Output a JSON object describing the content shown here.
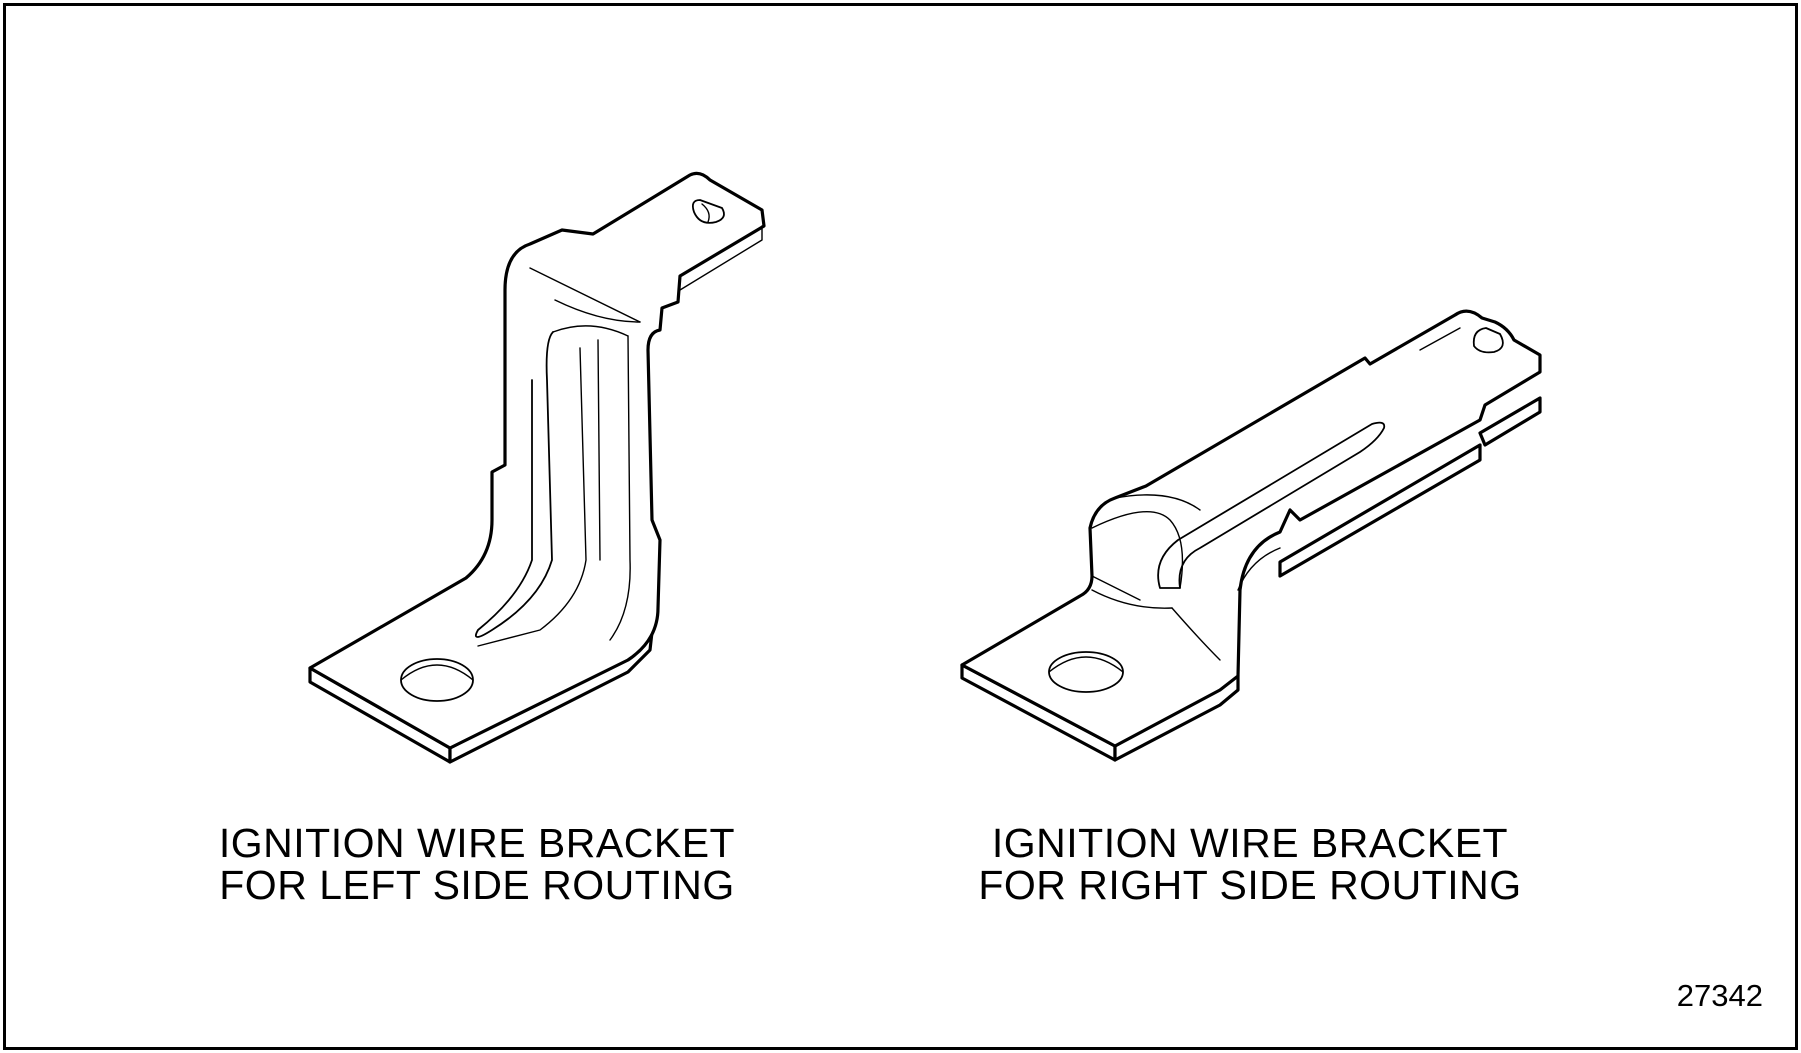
{
  "captions": {
    "left": {
      "line1": "IGNITION WIRE BRACKET",
      "line2": "FOR LEFT SIDE ROUTING"
    },
    "right": {
      "line1": "IGNITION WIRE BRACKET",
      "line2": "FOR RIGHT SIDE ROUTING"
    }
  },
  "figure_number": "27342",
  "colors": {
    "ink": "#000000",
    "paper": "#ffffff"
  }
}
